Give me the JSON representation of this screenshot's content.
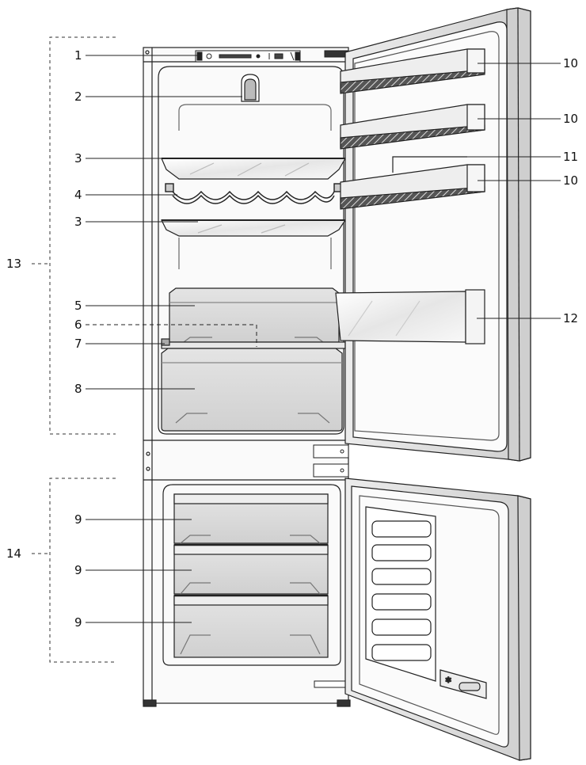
{
  "callouts": {
    "c1": "1",
    "c2": "2",
    "c3a": "3",
    "c4": "4",
    "c3b": "3",
    "c5": "5",
    "c6": "6",
    "c7": "7",
    "c8": "8",
    "c9a": "9",
    "c9b": "9",
    "c9c": "9",
    "c10a": "10",
    "c10b": "10",
    "c10c": "10",
    "c11": "11",
    "c12": "12",
    "c13": "13",
    "c14": "14"
  },
  "colors": {
    "outline": "#222222",
    "fill_light": "#f2f2f2",
    "fill_mid": "#d9d9d9",
    "fill_dark": "#9a9a9a"
  }
}
